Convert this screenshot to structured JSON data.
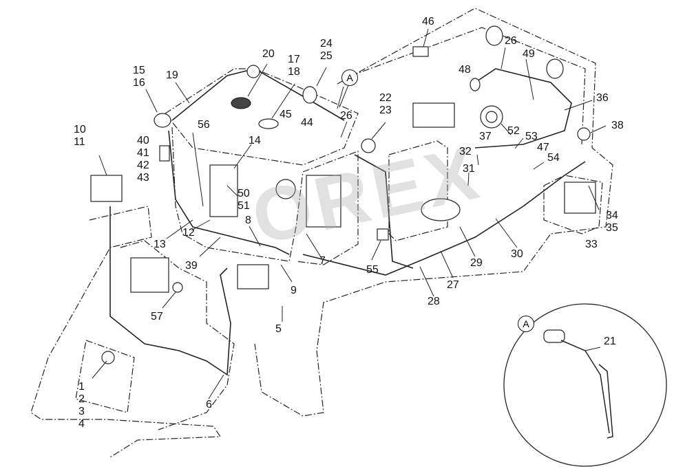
{
  "watermark": "OREX",
  "detail_marker": "A",
  "callouts": {
    "c1_4": [
      "1",
      "2",
      "3",
      "4"
    ],
    "c5": "5",
    "c6": "6",
    "c7": "7",
    "c8": "8",
    "c9": "9",
    "c10_11": [
      "10",
      "11"
    ],
    "c12": "12",
    "c13": "13",
    "c14": "14",
    "c15_16": [
      "15",
      "16"
    ],
    "c17_18": [
      "17",
      "18"
    ],
    "c19": "19",
    "c20": "20",
    "c21": "21",
    "c22_23": [
      "22",
      "23"
    ],
    "c24_25": [
      "24",
      "25"
    ],
    "c26a": "26",
    "c26b": "26",
    "c27": "27",
    "c28": "28",
    "c29": "29",
    "c30": "30",
    "c31": "31",
    "c32": "32",
    "c33": "33",
    "c34_35": [
      "34",
      "35"
    ],
    "c36": "36",
    "c37": "37",
    "c38": "38",
    "c39": "39",
    "c40_43": [
      "40",
      "41",
      "42",
      "43"
    ],
    "c44": "44",
    "c45": "45",
    "c46": "46",
    "c47": "47",
    "c48": "48",
    "c49": "49",
    "c50_51": [
      "50",
      "51"
    ],
    "c52": "52",
    "c53": "53",
    "c54": "54",
    "c55": "55",
    "c56": "56",
    "c57": "57"
  }
}
